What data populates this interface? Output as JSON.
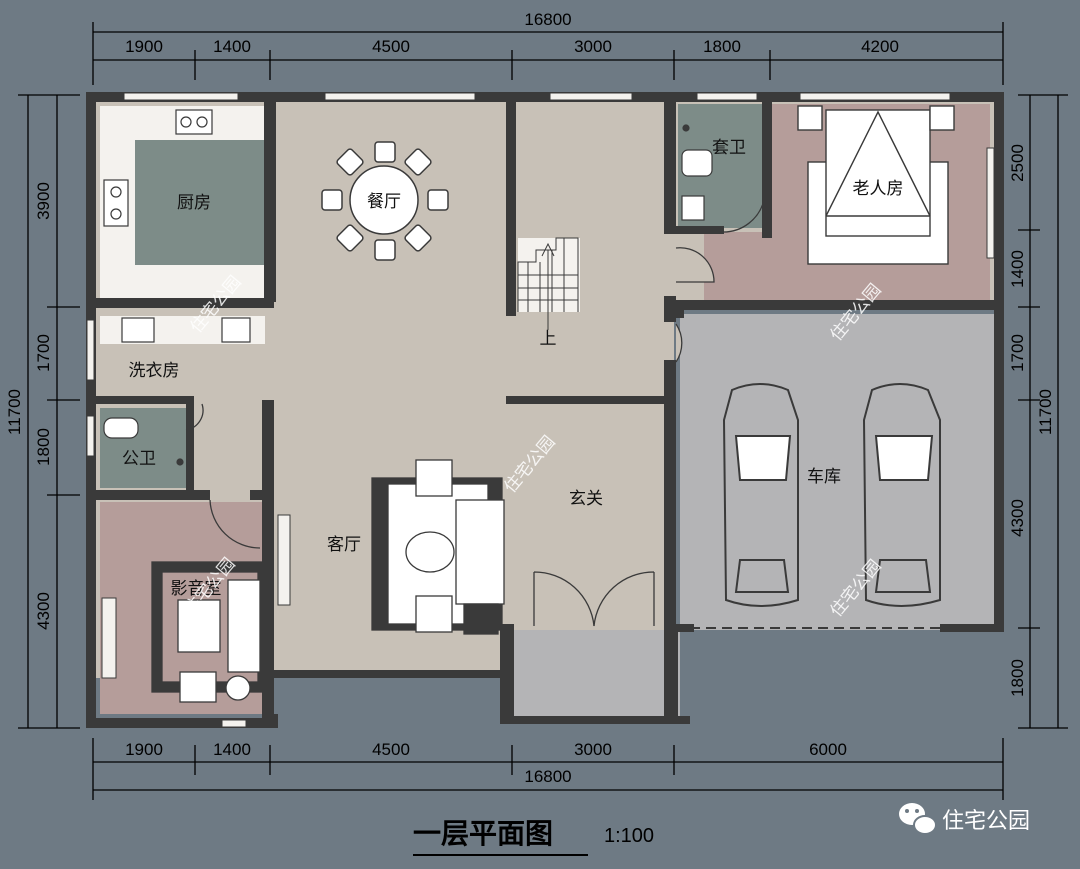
{
  "dimensions": {
    "top_total": "16800",
    "top_segments": [
      "1900",
      "1400",
      "4500",
      "3000",
      "1800",
      "4200"
    ],
    "bottom_segments": [
      "1900",
      "1400",
      "4500",
      "3000",
      "6000"
    ],
    "bottom_total": "16800",
    "left_total": "11700",
    "left_segments": [
      "3900",
      "1700",
      "1800",
      "4300"
    ],
    "right_total": "11700",
    "right_segments": [
      "2500",
      "1400",
      "1700",
      "4300",
      "1800"
    ]
  },
  "rooms": {
    "kitchen": "厨房",
    "dining": "餐厅",
    "suite_bath": "套卫",
    "elder_room": "老人房",
    "laundry": "洗衣房",
    "public_bath": "公卫",
    "stair_up": "上",
    "foyer": "玄关",
    "garage": "车库",
    "living": "客厅",
    "theater": "影音室"
  },
  "watermark": "住宅公园",
  "title": "一层平面图",
  "scale": "1:100",
  "logo_text": "住宅公园",
  "colors": {
    "background": "#6e7a84",
    "wall": "#3a3a3a",
    "main_floor": "#c8c1b7",
    "kitchen_floor": "#7d8c88",
    "bath_floor": "#7d8c88",
    "bedroom_floor": "#b59d9a",
    "garage_floor": "#b4b4b6"
  }
}
